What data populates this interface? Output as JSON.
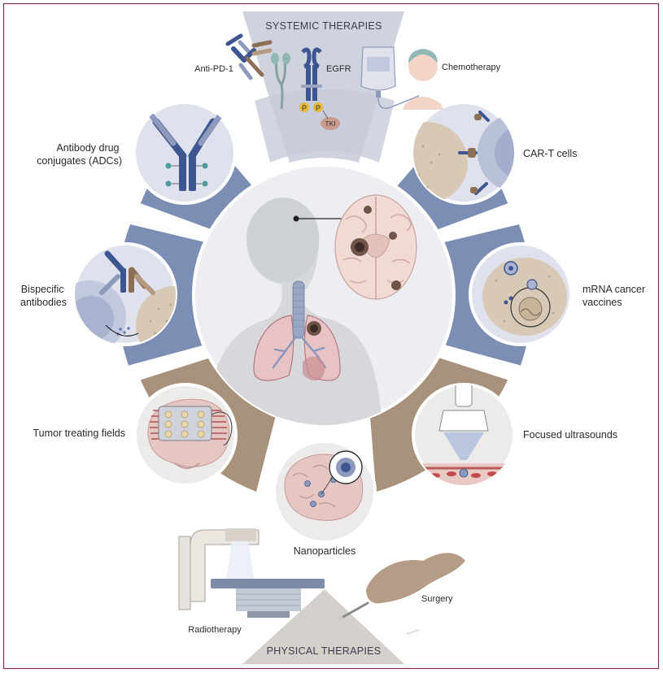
{
  "headers": {
    "systemic": "SYSTEMIC THERAPIES",
    "physical": "PHYSICAL THERAPIES"
  },
  "systemic_labels": {
    "anti_pd1": "Anti-PD-1",
    "egfr": "EGFR",
    "chemotherapy": "Chemotherapy",
    "phospho": "P",
    "tki": "TKI"
  },
  "therapies": {
    "adc": [
      "Antibody drug",
      "conjugates (ADCs)"
    ],
    "bispecific": [
      "Bispecific",
      "antibodies"
    ],
    "car_t": "CAR-T cells",
    "mrna": [
      "mRNA cancer",
      "vaccines"
    ],
    "ttf": "Tumor treating fields",
    "nanoparticles": "Nanoparticles",
    "ultrasound": "Focused ultrasounds",
    "radiotherapy": "Radiotherapy",
    "surgery": "Surgery"
  },
  "colors": {
    "frame": "#8a2a5a",
    "systemic_band": "#7d8eb5",
    "physical_band": "#a8927c",
    "triangle": "#cfd3de",
    "circle_fill": "#edeff4",
    "center_fill": "#eceef2"
  }
}
